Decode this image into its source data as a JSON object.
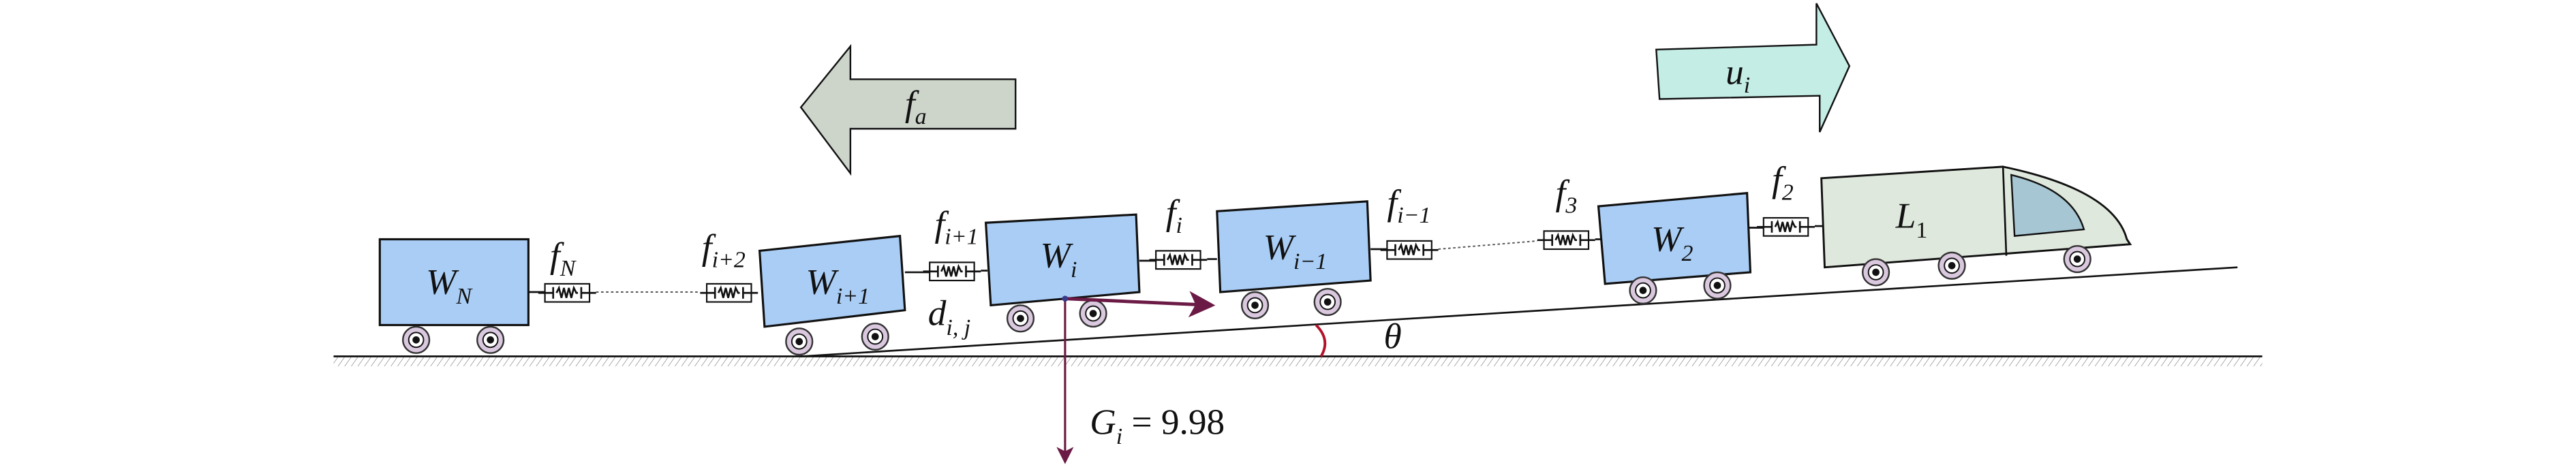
{
  "colors": {
    "wagon_fill": "#a9cdf5",
    "locomotive_fill": "#dfe8dc",
    "window_fill": "#a7c6d4",
    "resistance_arrow_fill": "#cdd5cb",
    "control_arrow_fill": "#c4ede6",
    "force_vector": "#6b1a45",
    "angle_arc": "#b3132a",
    "wheel_fill": "#d9c8de"
  },
  "labels": {
    "f_a": {
      "main": "f",
      "sub": "a"
    },
    "u_i": {
      "main": "u",
      "sub": "i"
    },
    "W_N": {
      "main": "W",
      "sub": "N"
    },
    "f_N": {
      "main": "f",
      "sub": "N"
    },
    "f_i2": {
      "main": "f",
      "sub": "i+2"
    },
    "W_i1": {
      "main": "W",
      "sub": "i+1"
    },
    "f_i1": {
      "main": "f",
      "sub": "i+1"
    },
    "d_ij": {
      "main": "d",
      "sub": "i, j"
    },
    "W_i": {
      "main": "W",
      "sub": "i"
    },
    "f_i": {
      "main": "f",
      "sub": "i"
    },
    "W_im1": {
      "main": "W",
      "sub": "i−1"
    },
    "f_im1": {
      "main": "f",
      "sub": "i−1"
    },
    "f_3": {
      "main": "f",
      "sub": "3"
    },
    "W_2": {
      "main": "W",
      "sub": "2"
    },
    "f_2": {
      "main": "f",
      "sub": "2"
    },
    "L_1": {
      "main": "L",
      "sub": "1"
    },
    "theta": "θ",
    "G_i": {
      "main": "G",
      "sub": "i",
      "eq": " = 9.98"
    }
  }
}
